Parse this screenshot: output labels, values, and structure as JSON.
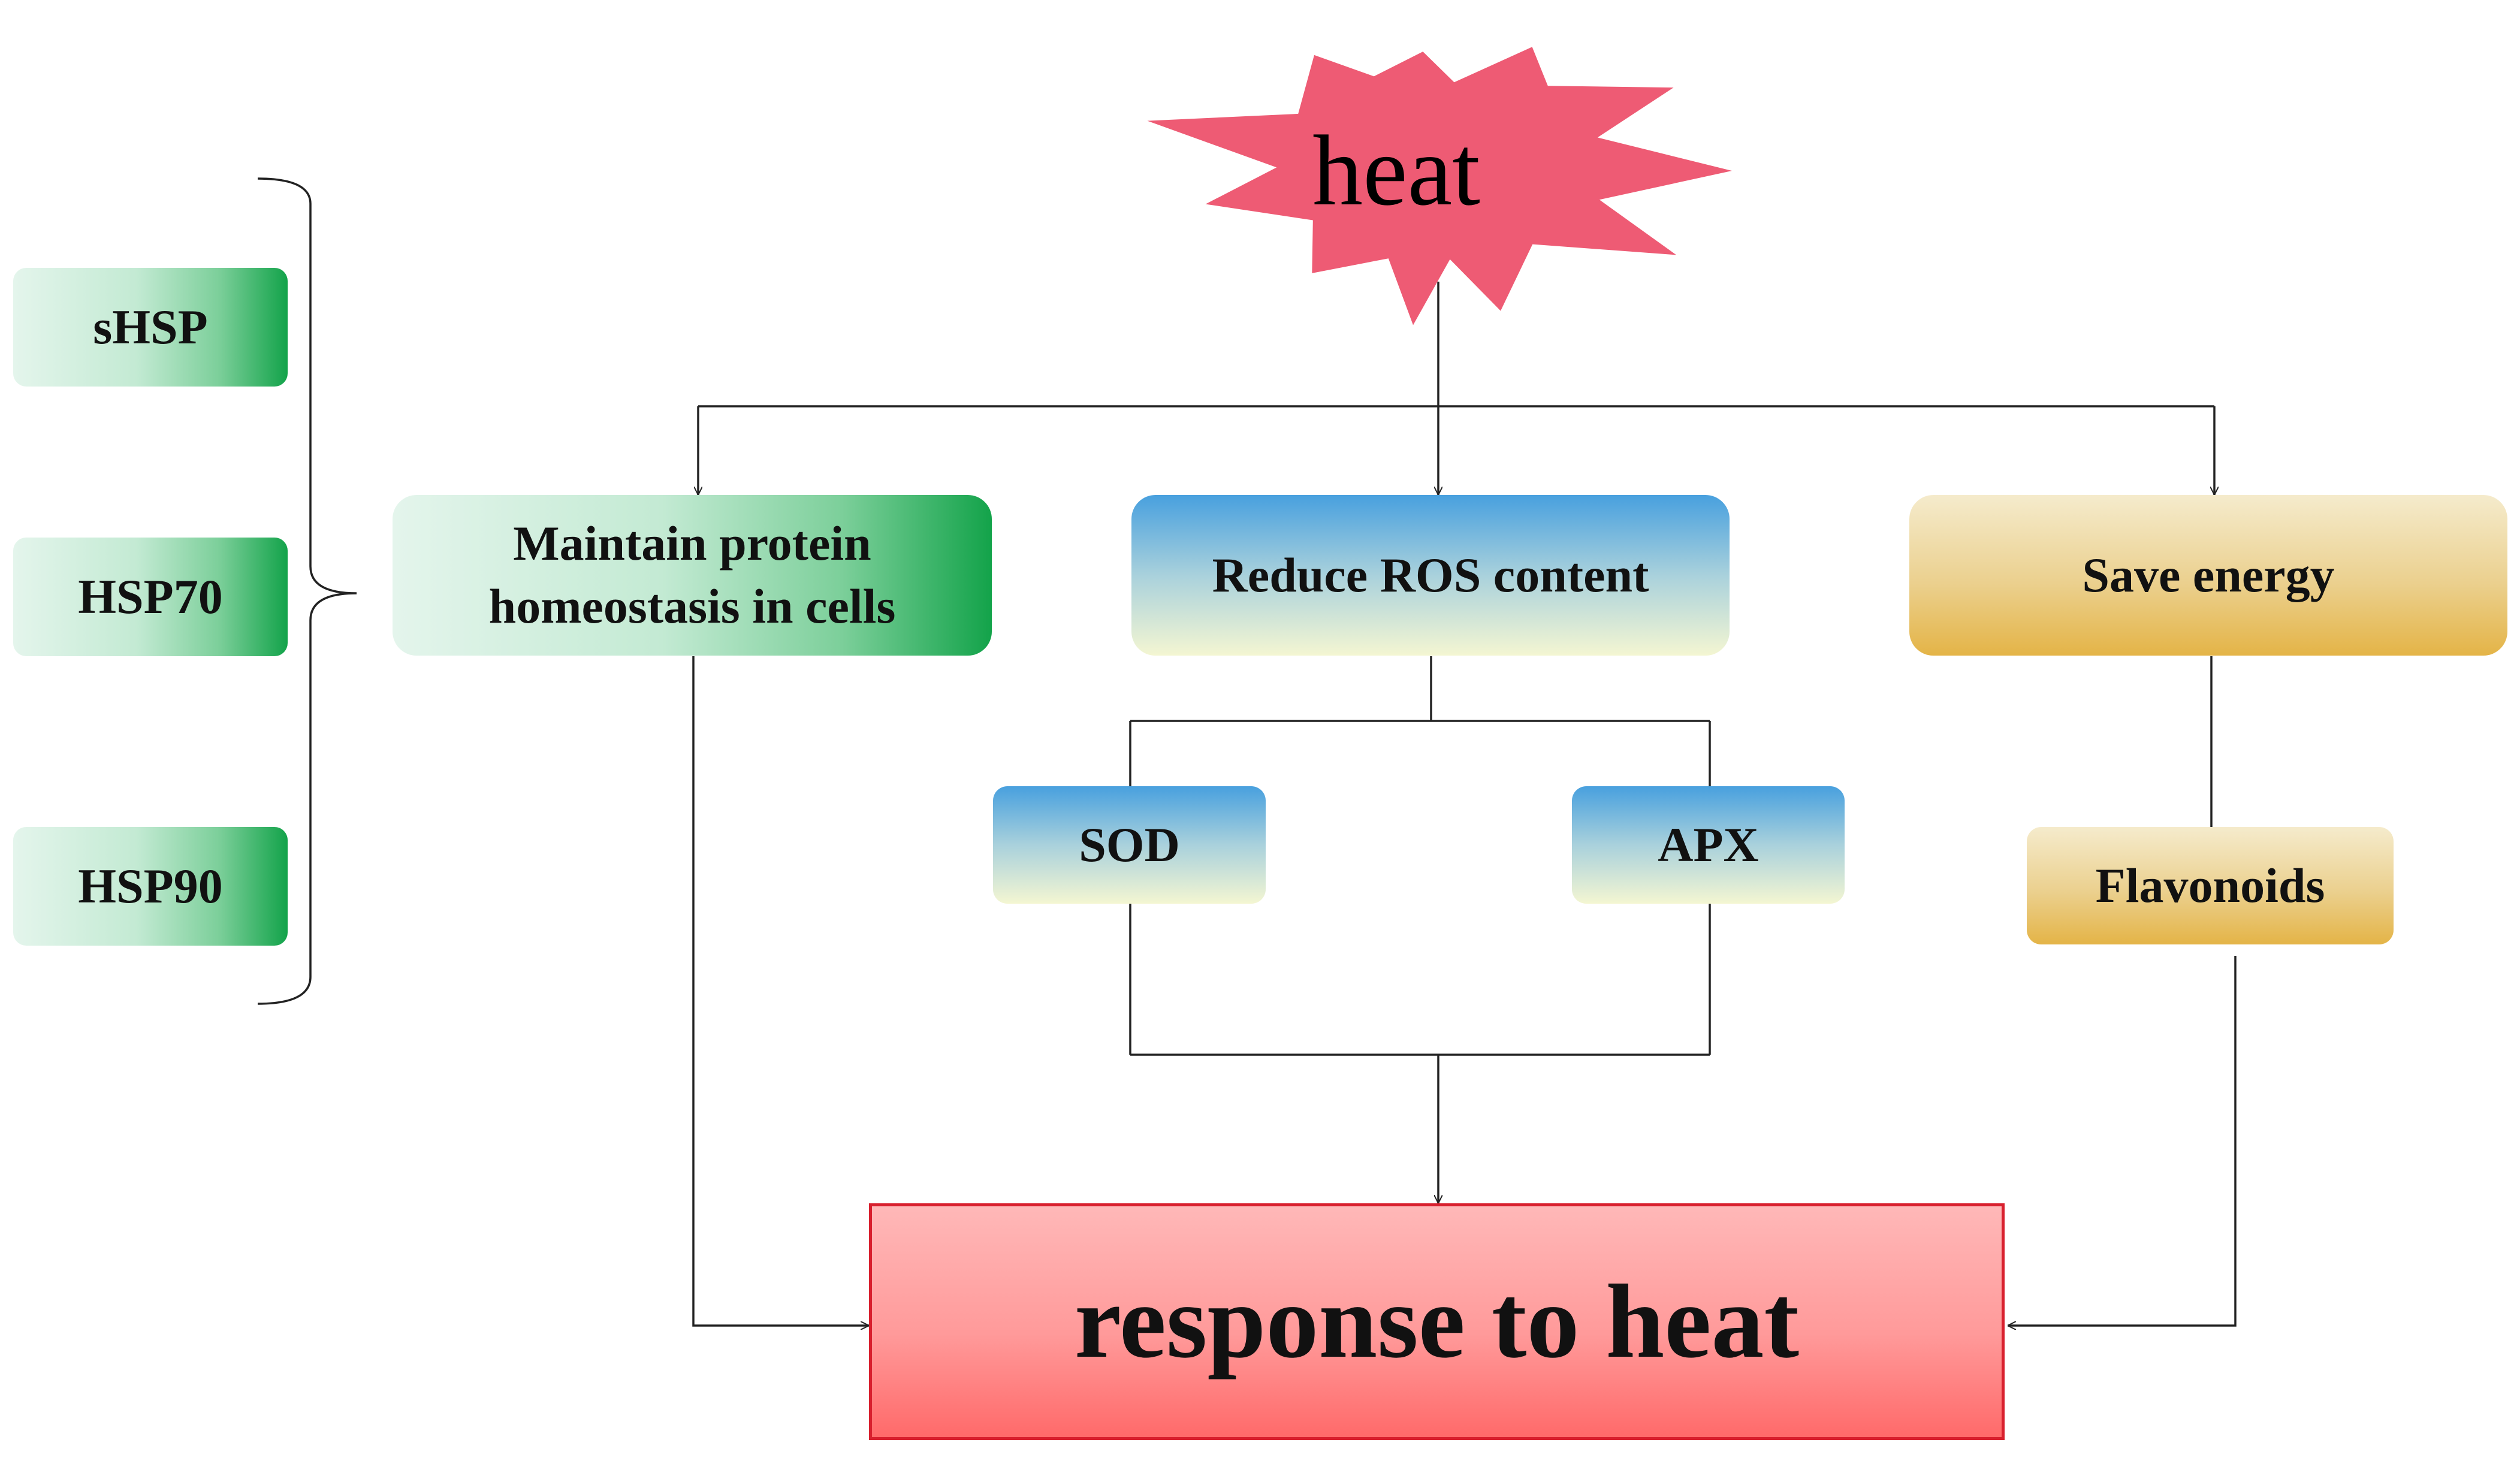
{
  "trigger": {
    "label": "heat"
  },
  "hsp_items": [
    "sHSP",
    "HSP70",
    "HSP90"
  ],
  "branches": {
    "protein": {
      "line1": "Maintain protein",
      "line2": "homeostasis in cells"
    },
    "ros": {
      "label": "Reduce ROS content"
    },
    "energy": {
      "label": "Save energy"
    }
  },
  "enzymes": {
    "sod": "SOD",
    "apx": "APX"
  },
  "metabolite": {
    "label": "Flavonoids"
  },
  "outcome": {
    "label": "response to heat"
  },
  "colors": {
    "trigger_fill": "#ee5b74",
    "green_end": "#13a34a",
    "blue_top": "#48a0de",
    "gold_bottom": "#e4b447",
    "result_border": "#d8202e",
    "result_fill": "#ff8a8a"
  }
}
